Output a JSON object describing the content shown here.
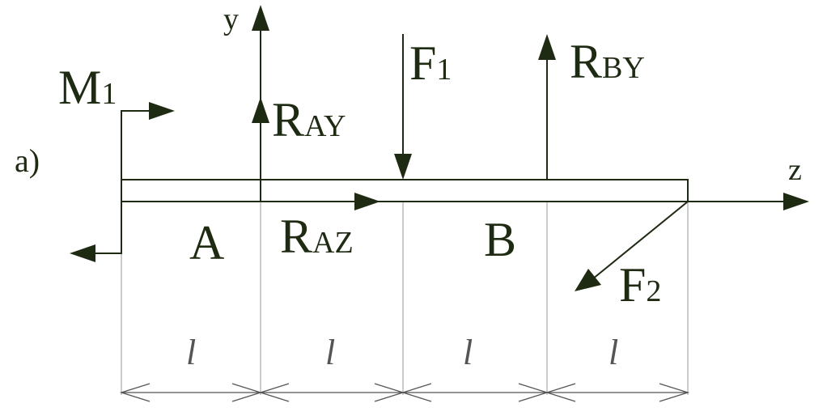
{
  "labels": {
    "part": "a)",
    "axis_y": "y",
    "axis_z": "z",
    "support_a": "A",
    "support_b": "B",
    "m1": "M",
    "m1_sub": "1",
    "f1": "F",
    "f1_sub": "1",
    "f2": "F",
    "f2_sub": "2",
    "ray": "R",
    "ray_sub": "AY",
    "raz": "R",
    "raz_sub": "AZ",
    "rby": "R",
    "rby_sub": "BY",
    "segment": "l"
  },
  "colors": {
    "ink": "#1e2a12",
    "thin": "#888888"
  }
}
